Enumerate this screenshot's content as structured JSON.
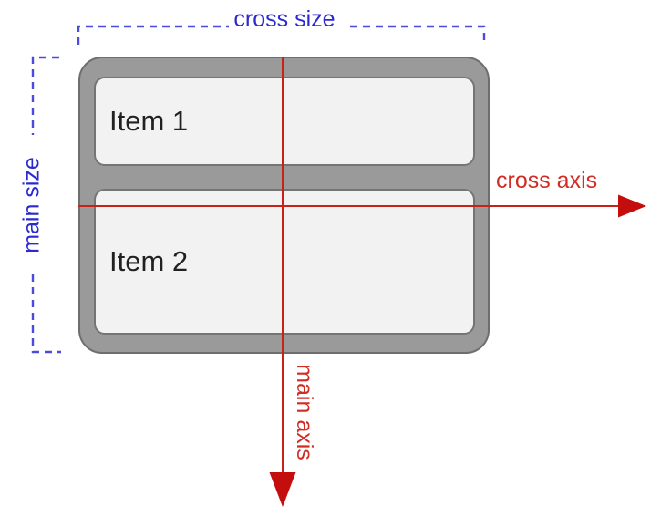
{
  "diagram": {
    "labels": {
      "cross_size": "cross size",
      "main_size": "main size",
      "cross_axis": "cross axis",
      "main_axis": "main axis"
    },
    "flex_container": {
      "items": [
        {
          "label": "Item 1"
        },
        {
          "label": "Item 2"
        }
      ]
    },
    "colors": {
      "size_blue": "#2a2ad0",
      "dash_blue": "#4b4bdc",
      "axis_red": "#cb2018",
      "arrow_red": "#c40e0e",
      "axis_text_red": "#d12d24",
      "container_fill": "#9a9a9a",
      "container_border": "#6e6e6e",
      "item_fill": "#f2f2f3",
      "item_border": "#757575",
      "item_text": "#212121",
      "background": "#ffffff"
    }
  }
}
